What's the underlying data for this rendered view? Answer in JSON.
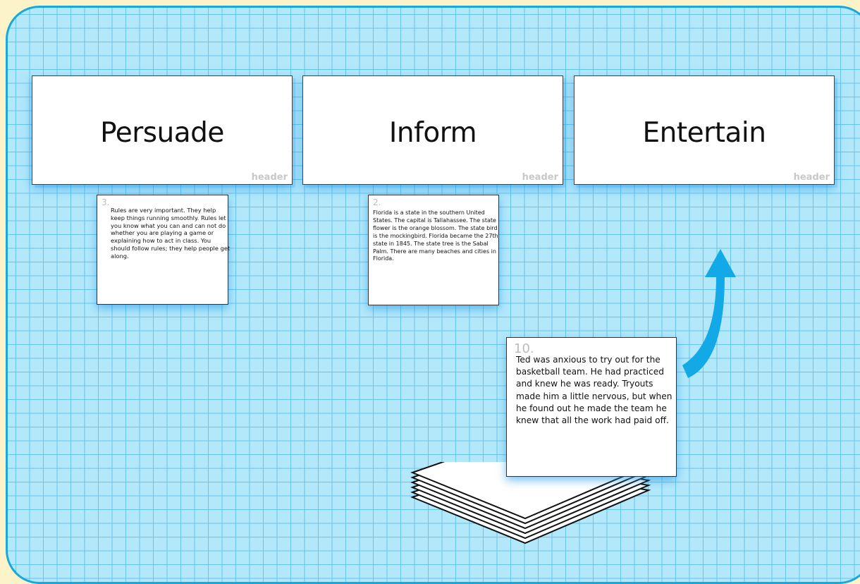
{
  "headers": [
    {
      "title": "Persuade",
      "tag": "header"
    },
    {
      "title": "Inform",
      "tag": "header"
    },
    {
      "title": "Entertain",
      "tag": "header"
    }
  ],
  "cards": {
    "card3": {
      "number": "3.",
      "text": "Rules are very important. They help keep things running smoothly. Rules let you know what you can and can not do whether you are playing a game or explaining how to act in class. You should follow rules; they help people get along."
    },
    "card2": {
      "number": "2.",
      "text": "Florida is a state in the southern United States. The capital is Tallahassee. The state flower is the orange blossom. The state bird is the mockingbird. Florida became the 27th state in 1845. The state tree is the Sabal Palm. There are many beaches and cities in Florida."
    },
    "card10": {
      "number": "10.",
      "text": "Ted was anxious to try out for the basketball team. He had practiced and knew he was ready. Tryouts made him a little nervous, but when he found out he made the team he knew that all the work had paid off."
    }
  },
  "icons": {
    "arrow": "curved-arrow-up-icon",
    "stack": "card-deck-icon"
  },
  "colors": {
    "grid_background": "#b3e8fb",
    "grid_lines": "#64c5ee",
    "border": "#1aa7e0",
    "arrow": "#13a8e6",
    "page_background": "#fdf3c8"
  }
}
